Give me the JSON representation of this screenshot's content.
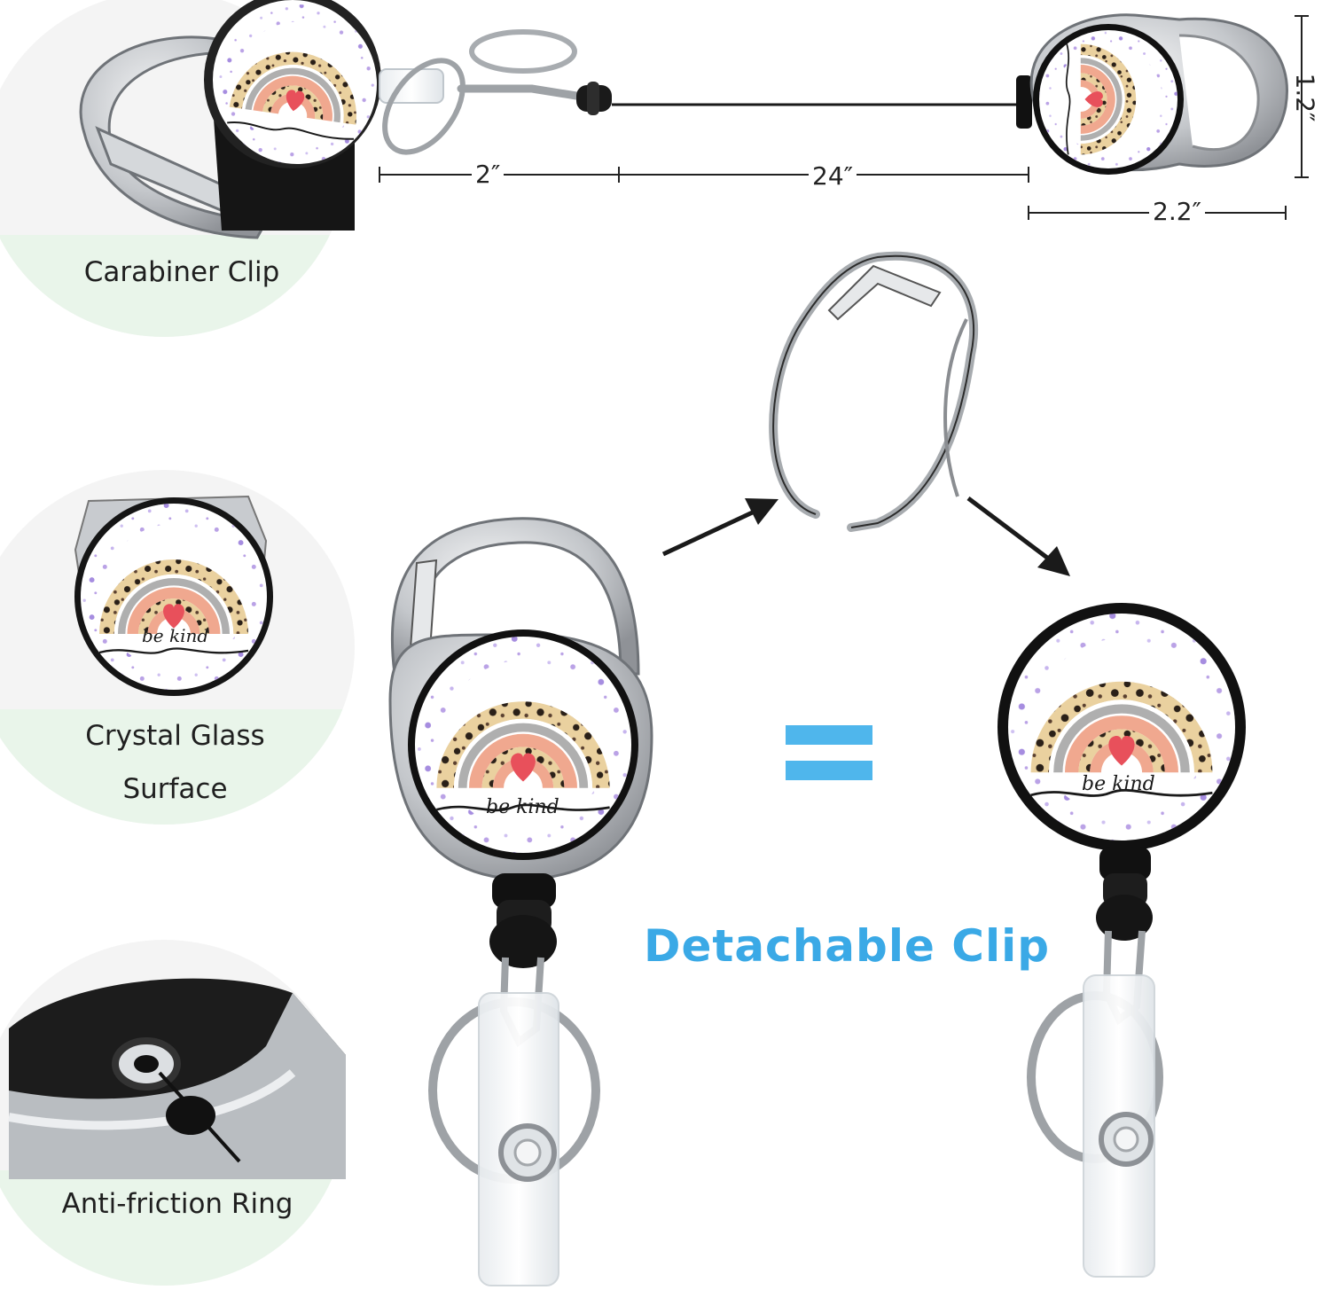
{
  "callouts": [
    {
      "id": "carabiner",
      "label": "Carabiner Clip"
    },
    {
      "id": "crystal",
      "label_line1": "Crystal Glass",
      "label_line2": "Surface"
    },
    {
      "id": "antifriction",
      "label": "Anti-friction Ring"
    }
  ],
  "dimensions": {
    "strap_length": "2″",
    "cord_length": "24″",
    "reel_width": "2.2″",
    "reel_height": "1.2″"
  },
  "badge_text": "be kind",
  "headline": "Detachable Clip",
  "colors": {
    "headline": "#3aa9e6",
    "equals": "#4fb6ec",
    "label_band": "#e9f5ea",
    "metal": "#b9bcc0",
    "rainbow_peach": "#f0a88f",
    "rainbow_leopard": "#e9cf9c",
    "heart": "#e8505b",
    "confetti": "#a98be0"
  },
  "icons": [
    "arrow-right-up-icon",
    "arrow-right-down-icon",
    "equals-icon"
  ]
}
